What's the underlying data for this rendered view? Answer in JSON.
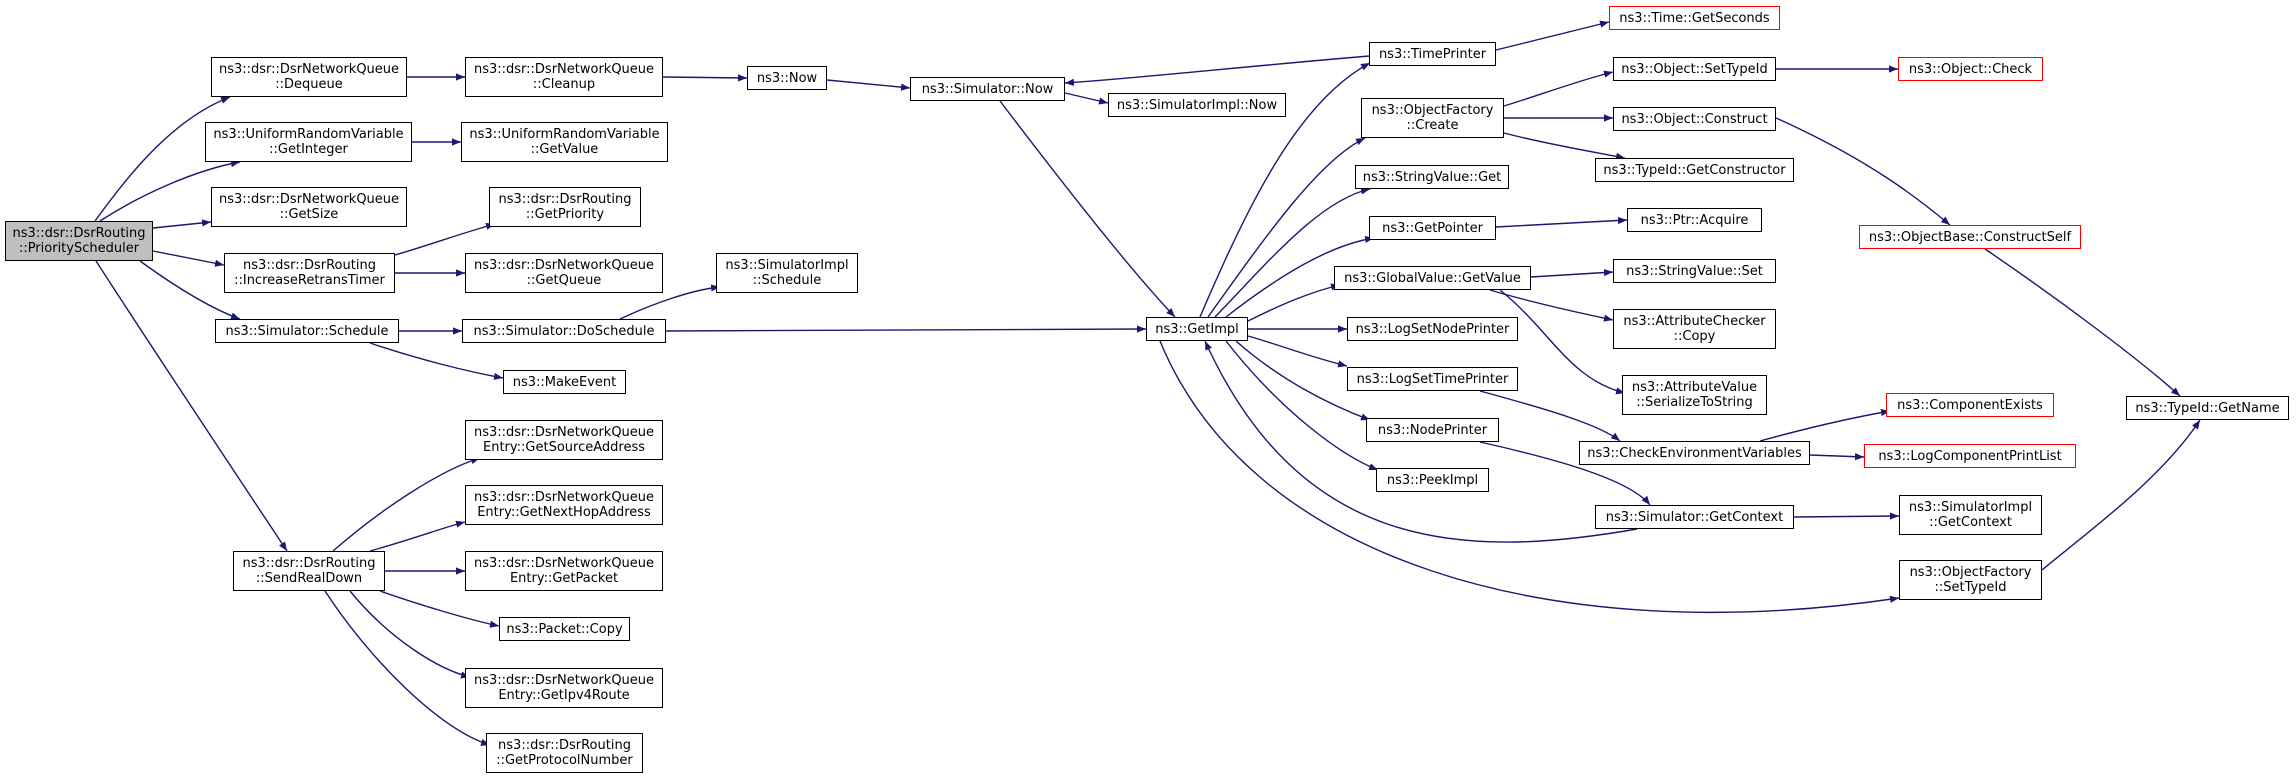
{
  "graph": {
    "edge_color": "#191970",
    "root_fill": "#bfbfbf",
    "truncated_border_color": "#ff0000",
    "nodes": [
      {
        "id": "root",
        "lines": [
          "ns3::dsr::DsrRouting",
          "::PriorityScheduler"
        ],
        "style": "root"
      },
      {
        "id": "dequeue",
        "lines": [
          "ns3::dsr::DsrNetworkQueue",
          "::Dequeue"
        ]
      },
      {
        "id": "getinteger",
        "lines": [
          "ns3::UniformRandomVariable",
          "::GetInteger"
        ]
      },
      {
        "id": "getsize",
        "lines": [
          "ns3::dsr::DsrNetworkQueue",
          "::GetSize"
        ]
      },
      {
        "id": "increase",
        "lines": [
          "ns3::dsr::DsrRouting",
          "::IncreaseRetransTimer"
        ]
      },
      {
        "id": "simschedule",
        "lines": [
          "ns3::Simulator::Schedule"
        ]
      },
      {
        "id": "sendrealdown",
        "lines": [
          "ns3::dsr::DsrRouting",
          "::SendRealDown"
        ]
      },
      {
        "id": "cleanup",
        "lines": [
          "ns3::dsr::DsrNetworkQueue",
          "::Cleanup"
        ]
      },
      {
        "id": "getvalue_urv",
        "lines": [
          "ns3::UniformRandomVariable",
          "::GetValue"
        ]
      },
      {
        "id": "getpriority",
        "lines": [
          "ns3::dsr::DsrRouting",
          "::GetPriority"
        ]
      },
      {
        "id": "getqueue",
        "lines": [
          "ns3::dsr::DsrNetworkQueue",
          "::GetQueue"
        ]
      },
      {
        "id": "doschedule",
        "lines": [
          "ns3::Simulator::DoSchedule"
        ]
      },
      {
        "id": "makeevent",
        "lines": [
          "ns3::MakeEvent"
        ]
      },
      {
        "id": "getsourceaddress",
        "lines": [
          "ns3::dsr::DsrNetworkQueue",
          "Entry::GetSourceAddress"
        ]
      },
      {
        "id": "getnexthop",
        "lines": [
          "ns3::dsr::DsrNetworkQueue",
          "Entry::GetNextHopAddress"
        ]
      },
      {
        "id": "getpacket",
        "lines": [
          "ns3::dsr::DsrNetworkQueue",
          "Entry::GetPacket"
        ]
      },
      {
        "id": "packetcopy",
        "lines": [
          "ns3::Packet::Copy"
        ]
      },
      {
        "id": "getipv4route",
        "lines": [
          "ns3::dsr::DsrNetworkQueue",
          "Entry::GetIpv4Route"
        ]
      },
      {
        "id": "getprotocolnumber",
        "lines": [
          "ns3::dsr::DsrRouting",
          "::GetProtocolNumber"
        ]
      },
      {
        "id": "now",
        "lines": [
          "ns3::Now"
        ]
      },
      {
        "id": "simimpl_schedule",
        "lines": [
          "ns3::SimulatorImpl",
          "::Schedule"
        ]
      },
      {
        "id": "simnow",
        "lines": [
          "ns3::Simulator::Now"
        ]
      },
      {
        "id": "simimpl_now",
        "lines": [
          "ns3::SimulatorImpl::Now"
        ]
      },
      {
        "id": "getimpl",
        "lines": [
          "ns3::GetImpl"
        ]
      },
      {
        "id": "timeprinter",
        "lines": [
          "ns3::TimePrinter"
        ]
      },
      {
        "id": "objfactory_create",
        "lines": [
          "ns3::ObjectFactory",
          "::Create"
        ]
      },
      {
        "id": "stringvalue_get",
        "lines": [
          "ns3::StringValue::Get"
        ]
      },
      {
        "id": "getpointer",
        "lines": [
          "ns3::GetPointer"
        ]
      },
      {
        "id": "globalvalue_getvalue",
        "lines": [
          "ns3::GlobalValue::GetValue"
        ]
      },
      {
        "id": "logsetnodeprinter",
        "lines": [
          "ns3::LogSetNodePrinter"
        ]
      },
      {
        "id": "logsettimeprinter",
        "lines": [
          "ns3::LogSetTimePrinter"
        ]
      },
      {
        "id": "nodeprinter",
        "lines": [
          "ns3::NodePrinter"
        ]
      },
      {
        "id": "peekimpl",
        "lines": [
          "ns3::PeekImpl"
        ]
      },
      {
        "id": "time_getseconds",
        "lines": [
          "ns3::Time::GetSeconds"
        ],
        "style": "red"
      },
      {
        "id": "object_settypeid",
        "lines": [
          "ns3::Object::SetTypeId"
        ]
      },
      {
        "id": "object_construct",
        "lines": [
          "ns3::Object::Construct"
        ]
      },
      {
        "id": "typeid_getconstructor",
        "lines": [
          "ns3::TypeId::GetConstructor"
        ]
      },
      {
        "id": "ptr_acquire",
        "lines": [
          "ns3::Ptr::Acquire"
        ]
      },
      {
        "id": "stringvalue_set",
        "lines": [
          "ns3::StringValue::Set"
        ]
      },
      {
        "id": "attrchecker_copy",
        "lines": [
          "ns3::AttributeChecker",
          "::Copy"
        ]
      },
      {
        "id": "attrvalue_serialize",
        "lines": [
          "ns3::AttributeValue",
          "::SerializeToString"
        ]
      },
      {
        "id": "checkenv",
        "lines": [
          "ns3::CheckEnvironmentVariables"
        ]
      },
      {
        "id": "sim_getcontext",
        "lines": [
          "ns3::Simulator::GetContext"
        ]
      },
      {
        "id": "objfactory_settypeid",
        "lines": [
          "ns3::ObjectFactory",
          "::SetTypeId"
        ]
      },
      {
        "id": "object_check",
        "lines": [
          "ns3::Object::Check"
        ],
        "style": "red"
      },
      {
        "id": "objectbase_constructself",
        "lines": [
          "ns3::ObjectBase::ConstructSelf"
        ],
        "style": "red"
      },
      {
        "id": "componentexists",
        "lines": [
          "ns3::ComponentExists"
        ],
        "style": "red"
      },
      {
        "id": "logcomponentprintlist",
        "lines": [
          "ns3::LogComponentPrintList"
        ],
        "style": "red"
      },
      {
        "id": "simimpl_getcontext",
        "lines": [
          "ns3::SimulatorImpl",
          "::GetContext"
        ]
      },
      {
        "id": "typeid_getname",
        "lines": [
          "ns3::TypeId::GetName"
        ]
      }
    ]
  }
}
